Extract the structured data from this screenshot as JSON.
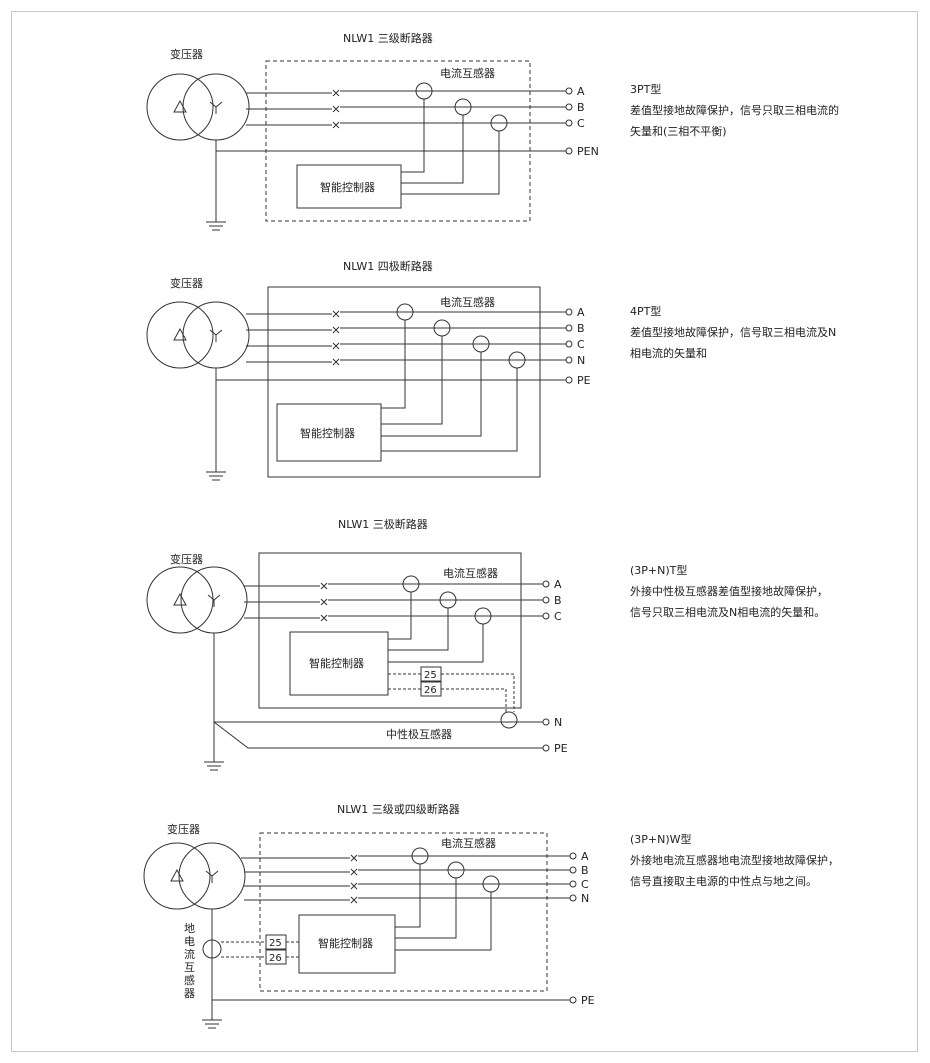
{
  "diagrams": [
    {
      "title": "NLW1  三级断路器",
      "transformer_label": "变压器",
      "ct_label": "电流互感器",
      "controller_label": "智能控制器",
      "terminals": [
        "A",
        "B",
        "C",
        "PEN"
      ],
      "description_title": "3PT型",
      "description_lines": [
        "差值型接地故障保护，信号只取三相电流的",
        "矢量和(三相不平衡)"
      ]
    },
    {
      "title": "NLW1  四极断路器",
      "transformer_label": "变压器",
      "ct_label": "电流互感器",
      "controller_label": "智能控制器",
      "terminals": [
        "A",
        "B",
        "C",
        "N",
        "PE"
      ],
      "description_title": "4PT型",
      "description_lines": [
        "差值型接地故障保护，信号取三相电流及N",
        "相电流的矢量和"
      ]
    },
    {
      "title": "NLW1  三极断路器",
      "transformer_label": "变压器",
      "ct_label": "电流互感器",
      "controller_label": "智能控制器",
      "terminal_labels": [
        "25",
        "26"
      ],
      "external_ct_label": "中性极互感器",
      "terminals": [
        "A",
        "B",
        "C",
        "N",
        "PE"
      ],
      "description_title": "(3P+N)T型",
      "description_lines": [
        "外接中性极互感器差值型接地故障保护，",
        "信号只取三相电流及N相电流的矢量和。"
      ]
    },
    {
      "title": "NLW1  三级或四级断路器",
      "transformer_label": "变压器",
      "ct_label": "电流互感器",
      "controller_label": "智能控制器",
      "terminal_labels": [
        "25",
        "26"
      ],
      "ground_ct_label": [
        "地",
        "电",
        "流",
        "互",
        "感",
        "器"
      ],
      "terminals": [
        "A",
        "B",
        "C",
        "N",
        "PE"
      ],
      "description_title": "(3P+N)W型",
      "description_lines": [
        "外接地电流互感器地电流型接地故障保护，",
        "信号直接取主电源的中性点与地之间。"
      ]
    }
  ]
}
